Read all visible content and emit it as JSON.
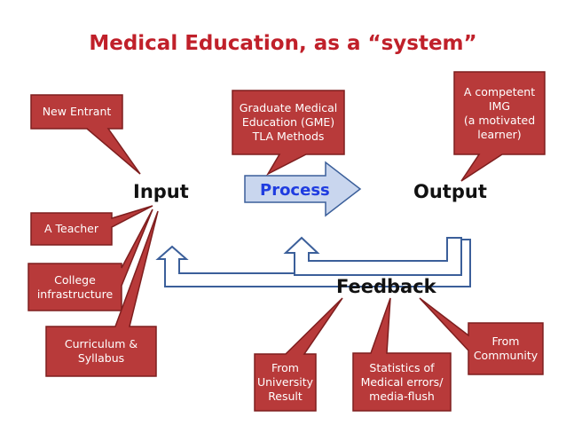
{
  "title": "Medical Education, as a “system”",
  "main_labels": {
    "input": "Input",
    "process": "Process",
    "output": "Output",
    "feedback": "Feedback"
  },
  "callouts": {
    "new_entrant": "New Entrant",
    "gme": "Graduate Medical\nEducation (GME)\nTLA Methods",
    "competent_img": "A competent\nIMG\n(a motivated\nlearner)",
    "teacher": "A Teacher",
    "college": "College\ninfrastructure",
    "curriculum": "Curriculum &\nSyllabus",
    "university": "From\nUniversity\nResult",
    "statistics": "Statistics of\nMedical errors/\nmedia-flush",
    "community": "From\nCommunity"
  },
  "colors": {
    "callout_fill": "#b83a3a",
    "callout_border": "#7e1e1e",
    "title": "#c0202a",
    "process_arrow": "#c9d6ee",
    "process_text": "#1f3ce0",
    "arrow_stroke": "#3b5f9a"
  }
}
